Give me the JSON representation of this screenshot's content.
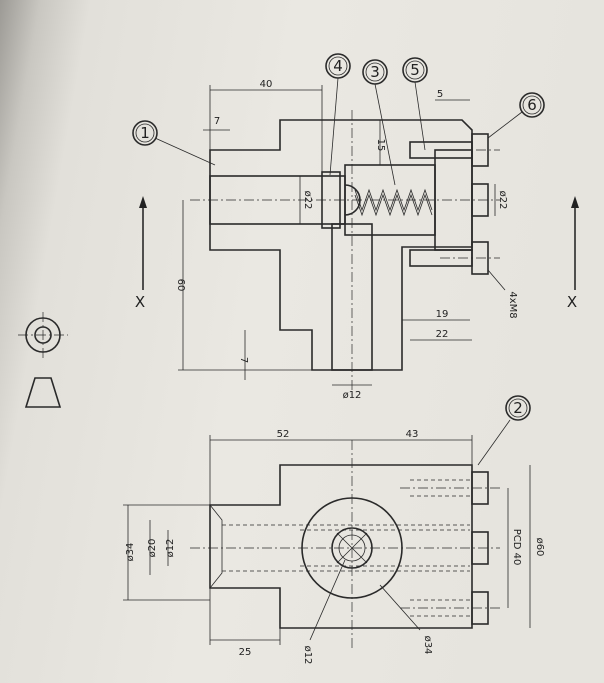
{
  "balloons": [
    "1",
    "2",
    "3",
    "4",
    "5",
    "6"
  ],
  "section_label": "X",
  "dimensions": {
    "d40": "40",
    "d7a": "7",
    "d60": "60",
    "d7b": "7",
    "d15": "15",
    "d5": "5",
    "dia22a": "ø22",
    "dia22b": "ø22",
    "dia12a": "ø12",
    "d19": "19",
    "d22": "22",
    "thread": "4xM8",
    "d52": "52",
    "d43": "43",
    "dia60": "ø60",
    "pcd": "PCD 40",
    "dia34a": "ø34",
    "dia20": "ø20",
    "dia12b": "ø12",
    "dia34b": "ø34",
    "dia12c": "ø12",
    "d25": "25"
  }
}
